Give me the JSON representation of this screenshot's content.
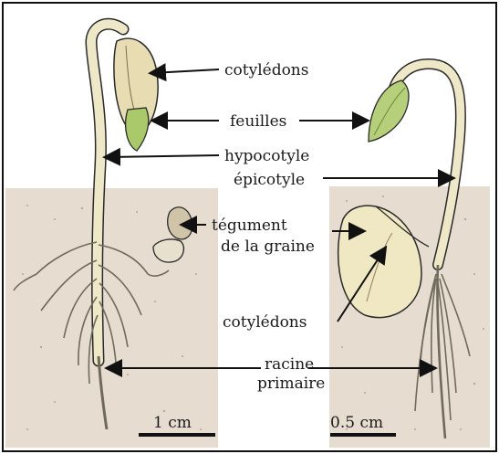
{
  "labels": {
    "cotyledons_top": "cotylédons",
    "feuilles": "feuilles",
    "hypocotyle": "hypocotyle",
    "epicotyle": "épicotyle",
    "tegument_line1": "tégument",
    "tegument_line2": "de la graine",
    "cotyledons_bottom": "cotylédons",
    "racine_line1": "racine",
    "racine_line2": "primaire"
  },
  "scale_bars": {
    "left": "1 cm",
    "right": "0.5 cm"
  },
  "colors": {
    "soil": "#e6ddd0",
    "seed": "#f0e7c3",
    "leaf": "#b6cf7a",
    "stem": "#eee8c8",
    "outline": "#2a2a2a",
    "frame": "#111111"
  }
}
